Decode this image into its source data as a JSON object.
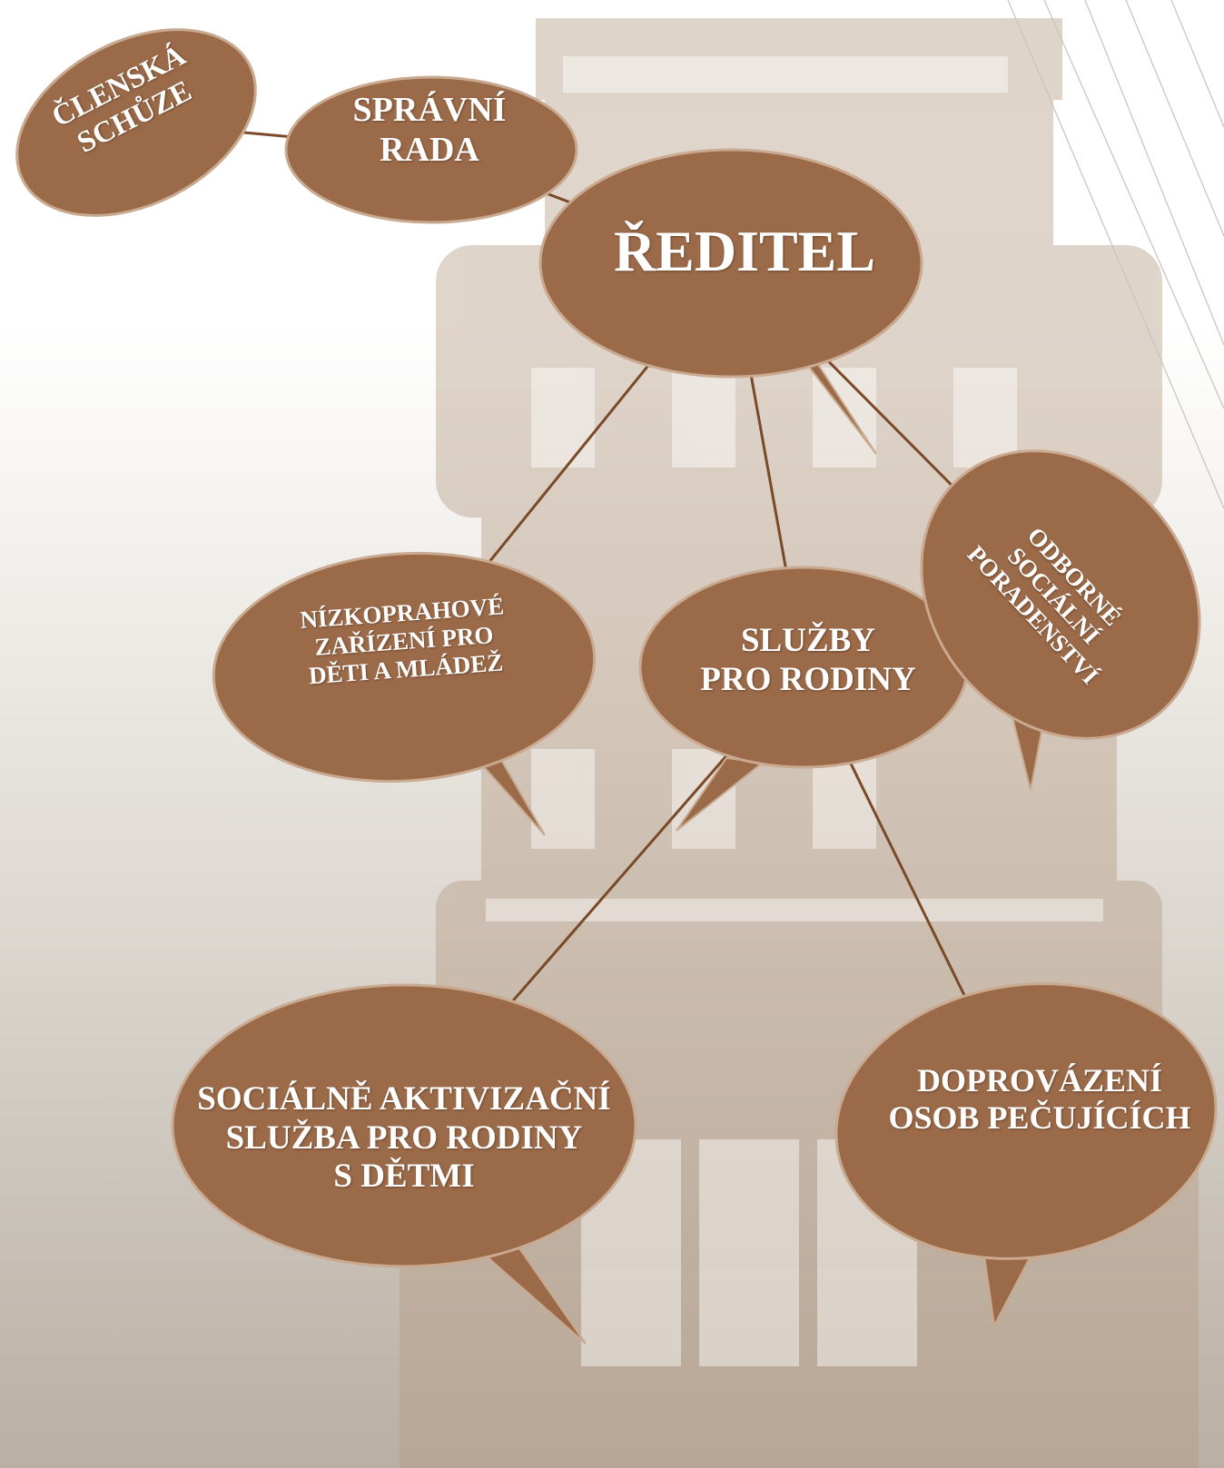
{
  "diagram": {
    "nodes": {
      "clenska_schuze": {
        "lines": [
          "ČLENSKÁ",
          "SCHŮZE"
        ]
      },
      "spravni_rada": {
        "lines": [
          "SPRÁVNÍ",
          "RADA"
        ]
      },
      "reditel": {
        "lines": [
          "ŘEDITEL"
        ]
      },
      "nizkoprahove": {
        "lines": [
          "NÍZKOPRAHOVÉ",
          "ZAŘÍZENÍ  PRO",
          "DĚTI A MLÁDEŽ"
        ]
      },
      "sluzby_pro_rodiny": {
        "lines": [
          "SLUŽBY",
          "PRO RODINY"
        ]
      },
      "odborne_poradenstvi": {
        "lines": [
          "ODBORNÉ",
          "SOCIÁLNÍ",
          "PORADENSTVÍ"
        ]
      },
      "socialne_aktivizacni": {
        "lines": [
          "SOCIÁLNĚ AKTIVIZAČNÍ",
          "SLUŽBA PRO RODINY",
          "S DĚTMI"
        ]
      },
      "doprovazeni": {
        "lines": [
          "DOPROVÁZENÍ",
          "OSOB PEČUJÍCÍCH"
        ]
      }
    },
    "connections": [
      [
        "clenska_schuze",
        "spravni_rada"
      ],
      [
        "spravni_rada",
        "reditel"
      ],
      [
        "reditel",
        "nizkoprahove"
      ],
      [
        "reditel",
        "sluzby_pro_rodiny"
      ],
      [
        "reditel",
        "odborne_poradenstvi"
      ],
      [
        "sluzby_pro_rodiny",
        "socialne_aktivizacni"
      ],
      [
        "sluzby_pro_rodiny",
        "doprovazeni"
      ]
    ]
  },
  "colors": {
    "bubble_fill": "#9a6a49",
    "bubble_stroke": "#c9a98f",
    "connector": "#7a4a28",
    "building": "#b49a83",
    "text": "#ffffff"
  }
}
